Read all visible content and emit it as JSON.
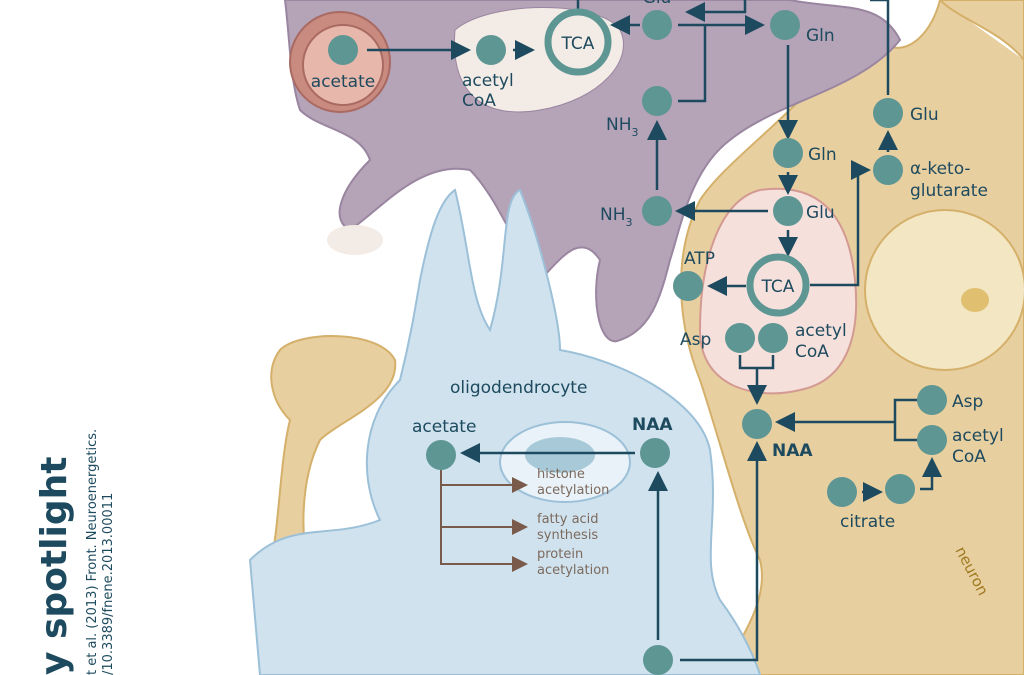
{
  "sidebar": {
    "title": "y spotlight",
    "credit_line1": "t et al. (2013) Front. Neuroenergetics.",
    "credit_line2": "/10.3389/fnene.2013.00011"
  },
  "colors": {
    "astrocyte": "#b5a3b8",
    "neuron": "#e8cfa0",
    "oligodendrocyte": "#cfe2ee",
    "node": "#5e9694",
    "arrow": "#1d4a5e",
    "text": "#1d4a5e",
    "secondary_arrow": "#7a5a4a"
  },
  "astrocyte": {
    "acetate": "acetate",
    "acetyl": "acetyl",
    "coa": "CoA",
    "tca": "TCA",
    "glu": "Glu",
    "gln": "Gln",
    "nh3": "NH",
    "nh3_sub": "3"
  },
  "neuron": {
    "label": "neuron",
    "glu_top": "Glu",
    "gln": "Gln",
    "akg1": "α-keto-",
    "akg2": "glutarate",
    "nh3": "NH",
    "nh3_sub": "3",
    "glu": "Glu",
    "atp": "ATP",
    "tca": "TCA",
    "asp": "Asp",
    "acetyl": "acetyl",
    "coa": "CoA",
    "naa": "NAA",
    "asp_right": "Asp",
    "acetyl_right": "acetyl",
    "coa_right": "CoA",
    "citrate": "citrate"
  },
  "oligodendrocyte": {
    "label": "oligodendrocyte",
    "acetate": "acetate",
    "naa": "NAA",
    "histone1": "histone",
    "histone2": "acetylation",
    "fatty1": "fatty acid",
    "fatty2": "synthesis",
    "protein1": "protein",
    "protein2": "acetylation"
  }
}
